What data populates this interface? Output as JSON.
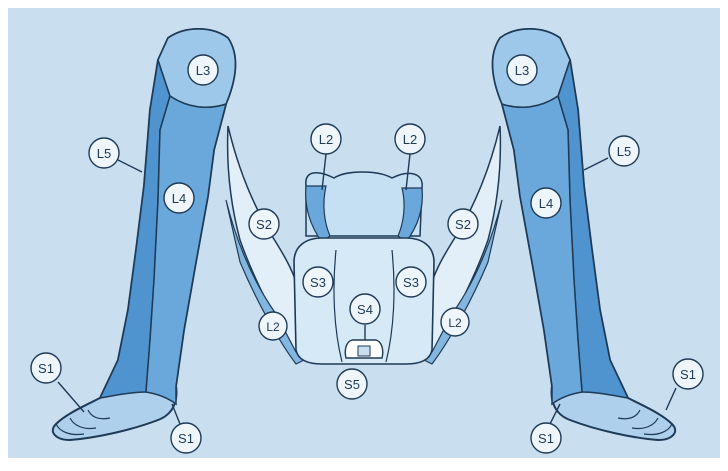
{
  "diagram": {
    "colors": {
      "background": "#c9dff0",
      "frame": "#ffffff",
      "outline": "#1e3a56",
      "dermatome_dark": "#4f93cf",
      "dermatome_mid": "#83b7e0",
      "dermatome_light": "#aed0ec",
      "dermatome_pale": "#e2eff9",
      "label_fill": "#eef6fc"
    },
    "labels": {
      "l3_left": "L3",
      "l3_right": "L3",
      "l5_left": "L5",
      "l5_right": "L5",
      "l2_left": "L2",
      "l2_right": "L2",
      "l4_left": "L4",
      "l4_right": "L4",
      "s2_left": "S2",
      "s2_right": "S2",
      "s3_left": "S3",
      "s3_right": "S3",
      "s4": "S4",
      "s5": "S5",
      "l2_inner_left": "L2",
      "l2_inner_right": "L2",
      "s1_left_foot": "S1",
      "s1_left_heel": "S1",
      "s1_right_foot": "S1",
      "s1_right_heel": "S1"
    }
  }
}
